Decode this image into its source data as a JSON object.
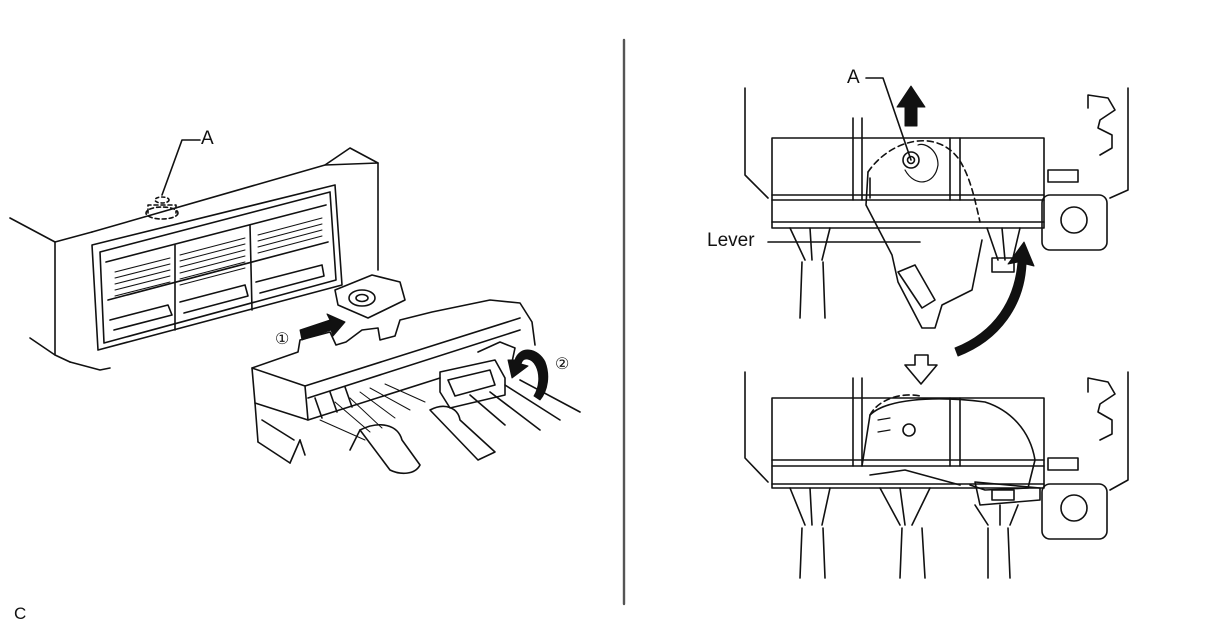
{
  "figure_code": "C",
  "left_view": {
    "label_a": "A",
    "step_1": "①",
    "step_2": "②"
  },
  "right_view": {
    "label_a": "A",
    "label_lever": "Lever"
  }
}
